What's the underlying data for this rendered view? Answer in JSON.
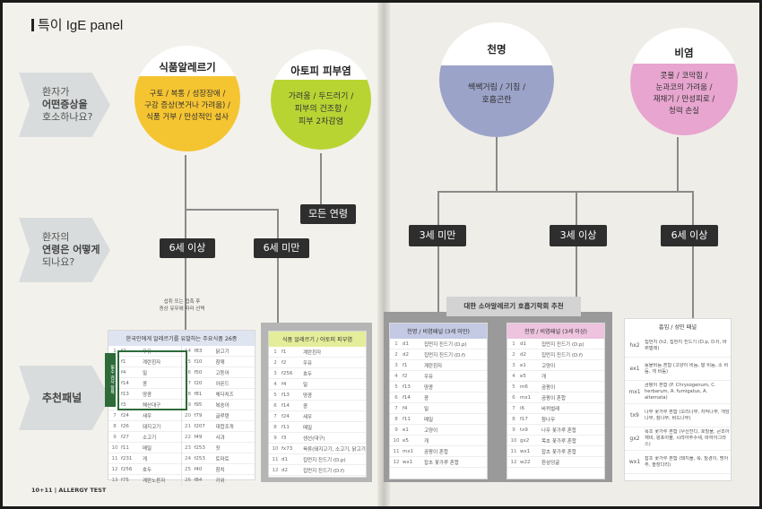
{
  "title": "특이 IgE panel",
  "questions": {
    "q1": {
      "line1": "환자가",
      "line2": "어떤증상을",
      "line3": "호소하나요?"
    },
    "q2": {
      "line1": "환자의",
      "line2": "연령은 어떻게",
      "line3": "되나요?"
    },
    "q3": {
      "line1": "추천패널"
    }
  },
  "circles": {
    "food": {
      "title": "식품알레르기",
      "body": "구토 / 복통 / 성장장애 /\n구강 증상(붓거나 가려움) /\n식품 거부 / 만성적인 설사"
    },
    "atopic": {
      "title": "아토피 피부염",
      "body": "가려움 / 두드러기 /\n피부의 건조함 /\n피부 2차감염"
    },
    "asthma": {
      "title": "천명",
      "body": "쌕쌕거림 / 기침 /\n호흡곤란"
    },
    "rhinitis": {
      "title": "비염",
      "body": "콧물 / 코막힘 /\n눈과코의 가려움 /\n재채기 / 만성피로 /\n청력 손실"
    }
  },
  "badges": {
    "all_ages": "모든 연령",
    "over6_left": "6세 이상",
    "under6_left": "6세 미만",
    "under3": "3세 미만",
    "over3": "3세 이상",
    "over6_right": "6세 이상"
  },
  "note": {
    "line1": "섭취 또는 접촉 후",
    "line2": "증상 유무에 따라 선택"
  },
  "recommend_label": "대한 소아알레르기 호흡기학회 추천",
  "side_tag": "필수 검사 항목",
  "folio": "10+11 | ALLERGY TEST",
  "colors": {
    "food": "#f5c431",
    "atopic": "#b8d433",
    "asthma": "#9ba3c8",
    "rhinitis": "#e7a5cf"
  },
  "tables": {
    "food26": {
      "title": "한국인에게 알레르기를 유발하는 주요식품 26종",
      "left": [
        {
          "n": "1",
          "c": "f2",
          "t": "우유"
        },
        {
          "n": "2",
          "c": "f1",
          "t": "계란흰자"
        },
        {
          "n": "3",
          "c": "f4",
          "t": "밀"
        },
        {
          "n": "4",
          "c": "f14",
          "t": "콩"
        },
        {
          "n": "5",
          "c": "f13",
          "t": "땅콩"
        },
        {
          "n": "6",
          "c": "f3",
          "t": "해산대구"
        },
        {
          "n": "7",
          "c": "f24",
          "t": "새우"
        },
        {
          "n": "8",
          "c": "f26",
          "t": "돼지고기"
        },
        {
          "n": "9",
          "c": "f27",
          "t": "소고기"
        },
        {
          "n": "10",
          "c": "f11",
          "t": "메밀"
        },
        {
          "n": "11",
          "c": "f231",
          "t": "게"
        },
        {
          "n": "12",
          "c": "f256",
          "t": "호두"
        },
        {
          "n": "13",
          "c": "f75",
          "t": "계란노른자"
        }
      ],
      "right": [
        {
          "n": "14",
          "c": "f83",
          "t": "닭고기"
        },
        {
          "n": "15",
          "c": "f10",
          "t": "참깨"
        },
        {
          "n": "16",
          "c": "f50",
          "t": "고등어"
        },
        {
          "n": "17",
          "c": "f20",
          "t": "아몬드"
        },
        {
          "n": "18",
          "c": "f81",
          "t": "체다치즈"
        },
        {
          "n": "19",
          "c": "f95",
          "t": "복숭아"
        },
        {
          "n": "20",
          "c": "f79",
          "t": "글루텐"
        },
        {
          "n": "21",
          "c": "f207",
          "t": "대합조개"
        },
        {
          "n": "22",
          "c": "f49",
          "t": "사과"
        },
        {
          "n": "23",
          "c": "f253",
          "t": "잣"
        },
        {
          "n": "24",
          "c": "f253",
          "t": "토마토"
        },
        {
          "n": "25",
          "c": "f40",
          "t": "참치"
        },
        {
          "n": "26",
          "c": "f84",
          "t": "키위"
        }
      ]
    },
    "atopic": {
      "title": "식품 알레르기 / 아토피 피부염",
      "rows": [
        {
          "n": "1",
          "c": "f1",
          "t": "계란흰자"
        },
        {
          "n": "2",
          "c": "f2",
          "t": "우유"
        },
        {
          "n": "3",
          "c": "f256",
          "t": "호두"
        },
        {
          "n": "4",
          "c": "f4",
          "t": "밀"
        },
        {
          "n": "5",
          "c": "f13",
          "t": "땅콩"
        },
        {
          "n": "6",
          "c": "f14",
          "t": "콩"
        },
        {
          "n": "7",
          "c": "f24",
          "t": "새우"
        },
        {
          "n": "8",
          "c": "f11",
          "t": "메밀"
        },
        {
          "n": "9",
          "c": "f3",
          "t": "생선(대구)"
        },
        {
          "n": "10",
          "c": "fx73",
          "t": "육류(돼지고기, 소고기, 닭고기)"
        },
        {
          "n": "11",
          "c": "d1",
          "t": "집먼지 진드기 (D.p)"
        },
        {
          "n": "12",
          "c": "d2",
          "t": "집먼지 진드기 (D.f)"
        }
      ]
    },
    "asthma_under3": {
      "title": "천명 / 비염패널 (3세 미만)",
      "rows": [
        {
          "n": "1",
          "c": "d1",
          "t": "집먼지 진드기 (D.p)"
        },
        {
          "n": "2",
          "c": "d2",
          "t": "집먼지 진드기 (D.f)"
        },
        {
          "n": "3",
          "c": "f1",
          "t": "계란흰자"
        },
        {
          "n": "4",
          "c": "f2",
          "t": "우유"
        },
        {
          "n": "5",
          "c": "f13",
          "t": "땅콩"
        },
        {
          "n": "6",
          "c": "f14",
          "t": "콩"
        },
        {
          "n": "7",
          "c": "f4",
          "t": "밀"
        },
        {
          "n": "8",
          "c": "f11",
          "t": "메밀"
        },
        {
          "n": "9",
          "c": "e1",
          "t": "고양이"
        },
        {
          "n": "10",
          "c": "e5",
          "t": "개"
        },
        {
          "n": "11",
          "c": "mx1",
          "t": "곰팡이 혼합"
        },
        {
          "n": "12",
          "c": "wx1",
          "t": "잡초 꽃가루 혼합"
        }
      ]
    },
    "asthma_over3": {
      "title": "천명 / 비염패널 (3세 이상)",
      "rows": [
        {
          "n": "1",
          "c": "d1",
          "t": "집먼지 진드기 (D.p)"
        },
        {
          "n": "2",
          "c": "d2",
          "t": "집먼지 진드기 (D.f)"
        },
        {
          "n": "3",
          "c": "e1",
          "t": "고양이"
        },
        {
          "n": "4",
          "c": "e5",
          "t": "개"
        },
        {
          "n": "5",
          "c": "m6",
          "t": "곰팡이"
        },
        {
          "n": "6",
          "c": "mx1",
          "t": "곰팡이 혼합"
        },
        {
          "n": "7",
          "c": "i6",
          "t": "바퀴벌레"
        },
        {
          "n": "8",
          "c": "f17",
          "t": "참나무"
        },
        {
          "n": "9",
          "c": "tx9",
          "t": "나무 꽃가루 혼합"
        },
        {
          "n": "10",
          "c": "gx2",
          "t": "목초 꽃가루 혼합"
        },
        {
          "n": "11",
          "c": "wx1",
          "t": "잡초 꽃가루 혼합"
        },
        {
          "n": "12",
          "c": "w22",
          "t": "환삼덩굴"
        }
      ]
    },
    "adult": {
      "title": "흡입 / 성인 패널",
      "rows": [
        {
          "c": "hx2",
          "t": "집먼지 (h2, 집먼지 진드기 (D.p, D.f), 바퀴벌레)"
        },
        {
          "c": "ex1",
          "t": "동물비듬 혼합 (고양이 비듬, 말 비듬, 소 비듬, 개 비듬)"
        },
        {
          "c": "mx1",
          "t": "곰팡이 혼합 (P. Chrysogenum, C. herbarum, A. fumigatus, A. alternata)"
        },
        {
          "c": "tx9",
          "t": "나무 꽃가루 혼합 (오리나무, 자작나무, 개암나무, 참나무, 버드나무)"
        },
        {
          "c": "gx2",
          "t": "목초 꽃가루 혼합 (우산잔디, 호밀풀, 큰조아재비, 왕포아풀, 시라아주수새, 바하아그라스)"
        },
        {
          "c": "wx1",
          "t": "잡초 꽃가루 혼합 (돼지풀, 쑥, 질경이, 명아주, 솔장다리)"
        }
      ]
    }
  }
}
